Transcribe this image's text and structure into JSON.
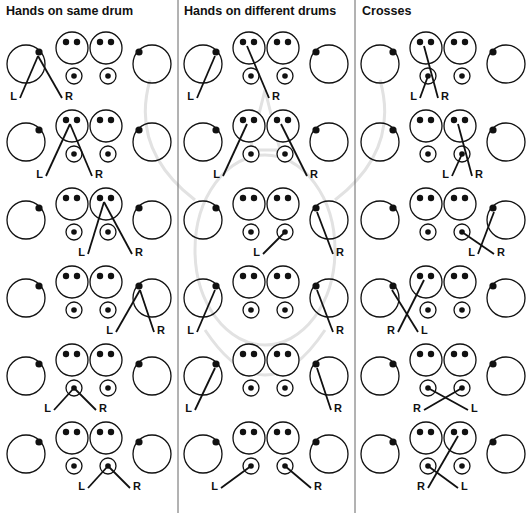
{
  "diagram": {
    "labels": [
      "Hands on same drum",
      "Hands on different drums",
      "Crosses",
      "L",
      "R",
      "L",
      "R",
      "L",
      "R",
      "L",
      "R",
      "L",
      "R",
      "L",
      "R",
      "L",
      "R",
      "L",
      "R",
      "L",
      "R",
      "L",
      "R",
      "L",
      "R",
      "L",
      "R",
      "L",
      "R",
      "L",
      "R",
      "L",
      "R",
      "R",
      "L",
      "R",
      "L",
      "R",
      "L"
    ]
  }
}
